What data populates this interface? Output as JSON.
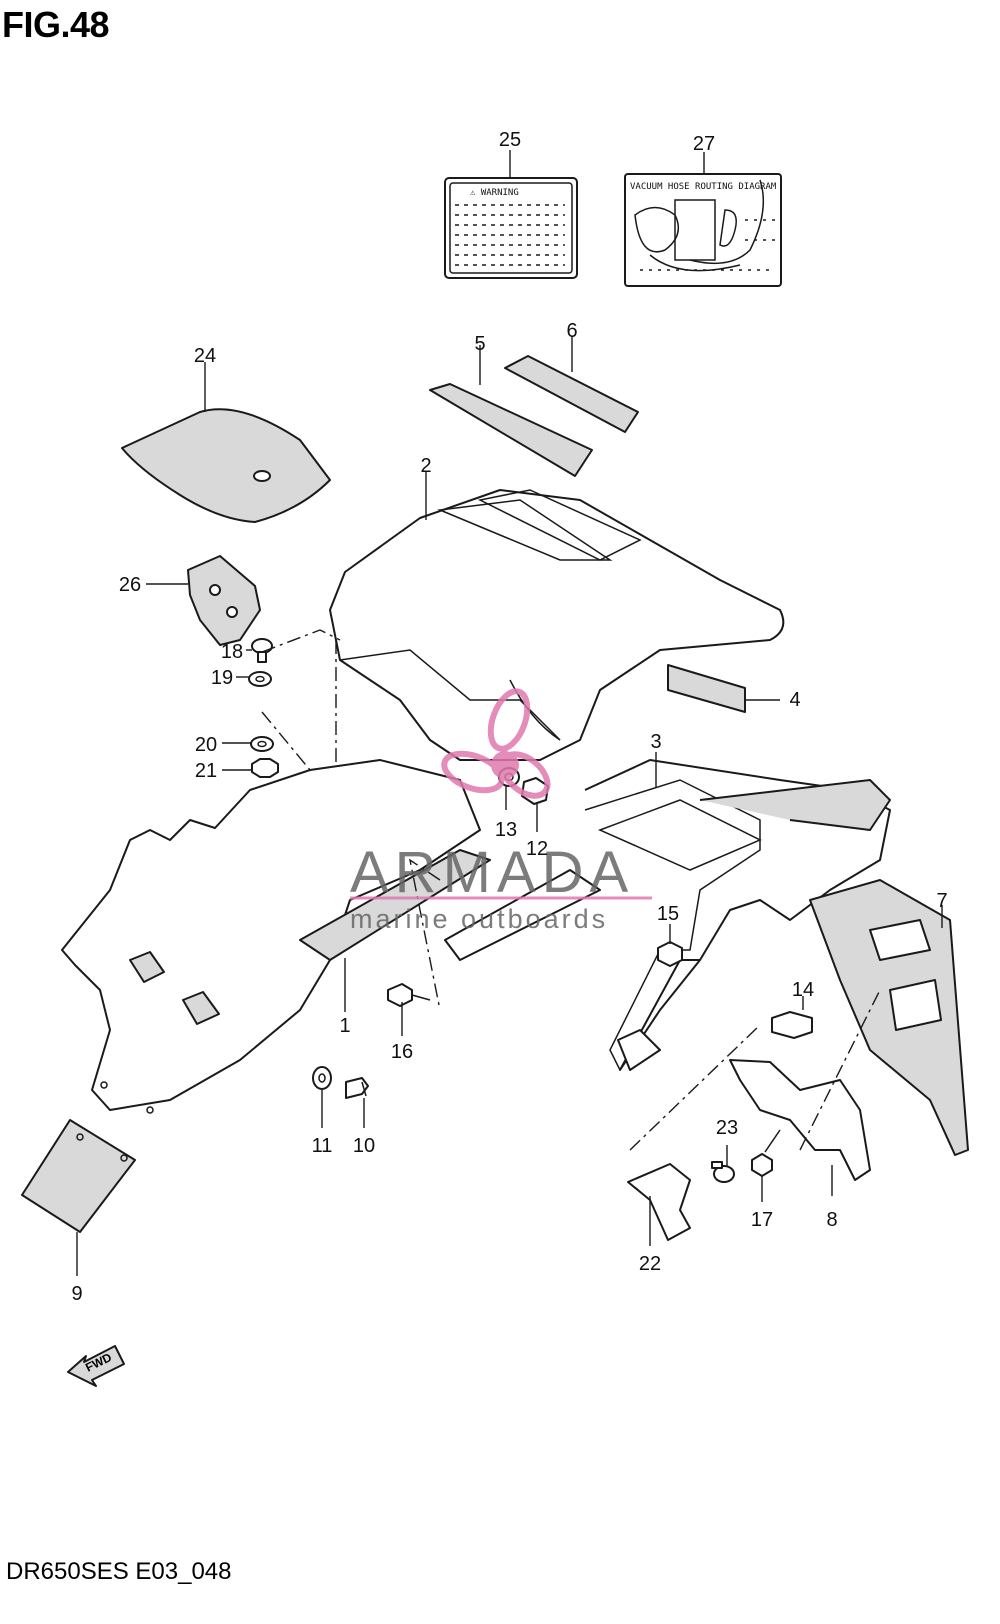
{
  "figure": {
    "title": "FIG.48",
    "code": "DR650SES E03_048"
  },
  "labels": {
    "warning": "⚠ WARNING",
    "vacuum": "VACUUM HOSE ROUTING DIAGRAM",
    "fwd": "FWD"
  },
  "watermark": {
    "title": "ARMADA",
    "subtitle": "marine outboards",
    "color": "#e07ab0"
  },
  "callouts": [
    "1",
    "2",
    "3",
    "4",
    "5",
    "6",
    "7",
    "8",
    "9",
    "10",
    "11",
    "12",
    "13",
    "14",
    "15",
    "16",
    "17",
    "18",
    "19",
    "20",
    "21",
    "22",
    "23",
    "24",
    "25",
    "26",
    "27"
  ]
}
